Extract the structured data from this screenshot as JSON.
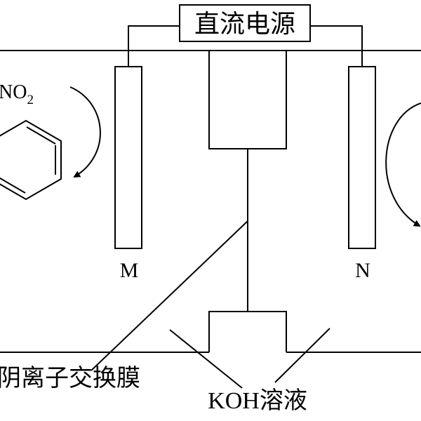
{
  "power_supply": {
    "label": "直流电源"
  },
  "electrodes": {
    "left": {
      "label": "M"
    },
    "right": {
      "label": "N"
    }
  },
  "left_chamber": {
    "species_formula": "NO",
    "species_subscript": "2"
  },
  "membrane": {
    "label": "阴离子交换膜"
  },
  "electrolyte": {
    "label": "KOH溶液"
  },
  "colors": {
    "stroke": "#000000",
    "background": "#ffffff"
  }
}
